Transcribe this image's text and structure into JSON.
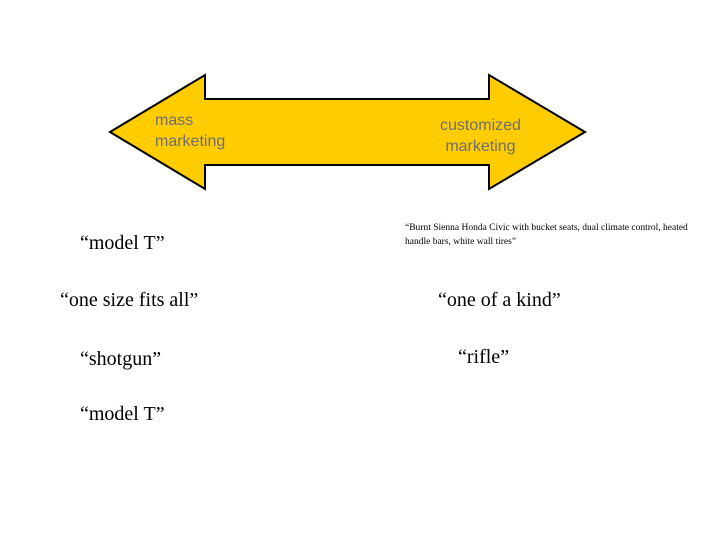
{
  "arrow": {
    "fill_color": "#ffcc00",
    "stroke_color": "#000000",
    "left_label": "mass\nmarketing",
    "right_label": "customized\nmarketing",
    "label_color": "#6e6e6e"
  },
  "left_column": {
    "item_1": "“model T”",
    "item_2": "“one size fits all”",
    "item_3": "“shotgun”",
    "item_4": "“model T”"
  },
  "right_column": {
    "example": "“Burnt Sienna Honda Civic with bucket seats, dual climate control, heated handle bars, white wall tires”",
    "item_2": "“one of a kind”",
    "item_3": "“rifle”"
  }
}
